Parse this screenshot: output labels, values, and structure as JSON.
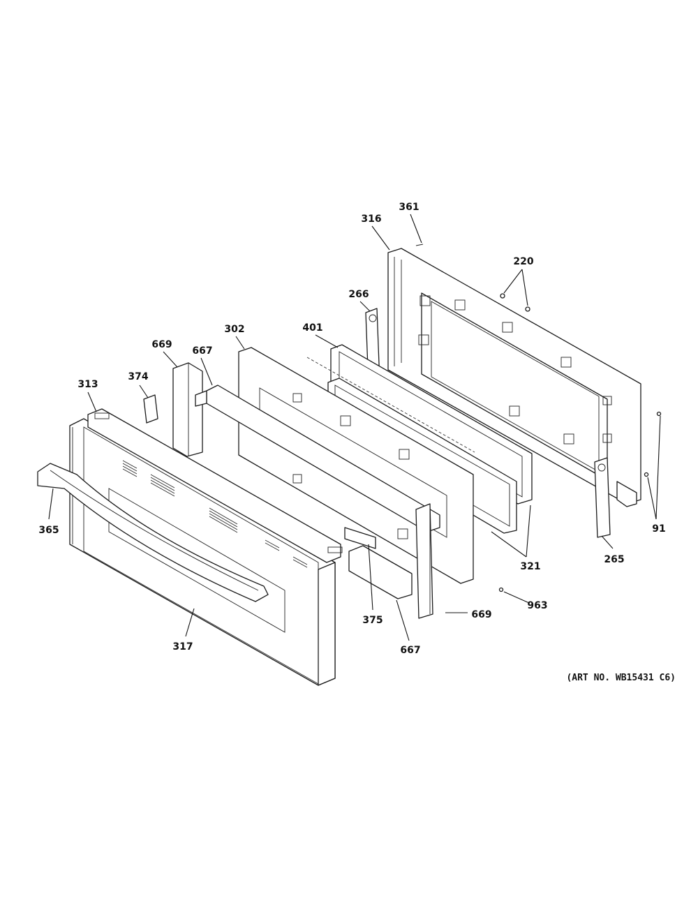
{
  "callouts": {
    "c361": "361",
    "c316": "316",
    "c220": "220",
    "c266": "266",
    "c401": "401",
    "c302": "302",
    "c669a": "669",
    "c667a": "667",
    "c374": "374",
    "c313": "313",
    "c365": "365",
    "c91": "91",
    "c265": "265",
    "c321": "321",
    "c963": "963",
    "c669b": "669",
    "c375": "375",
    "c667b": "667",
    "c317": "317"
  },
  "art_number": "(ART NO. WB15431 C6)"
}
